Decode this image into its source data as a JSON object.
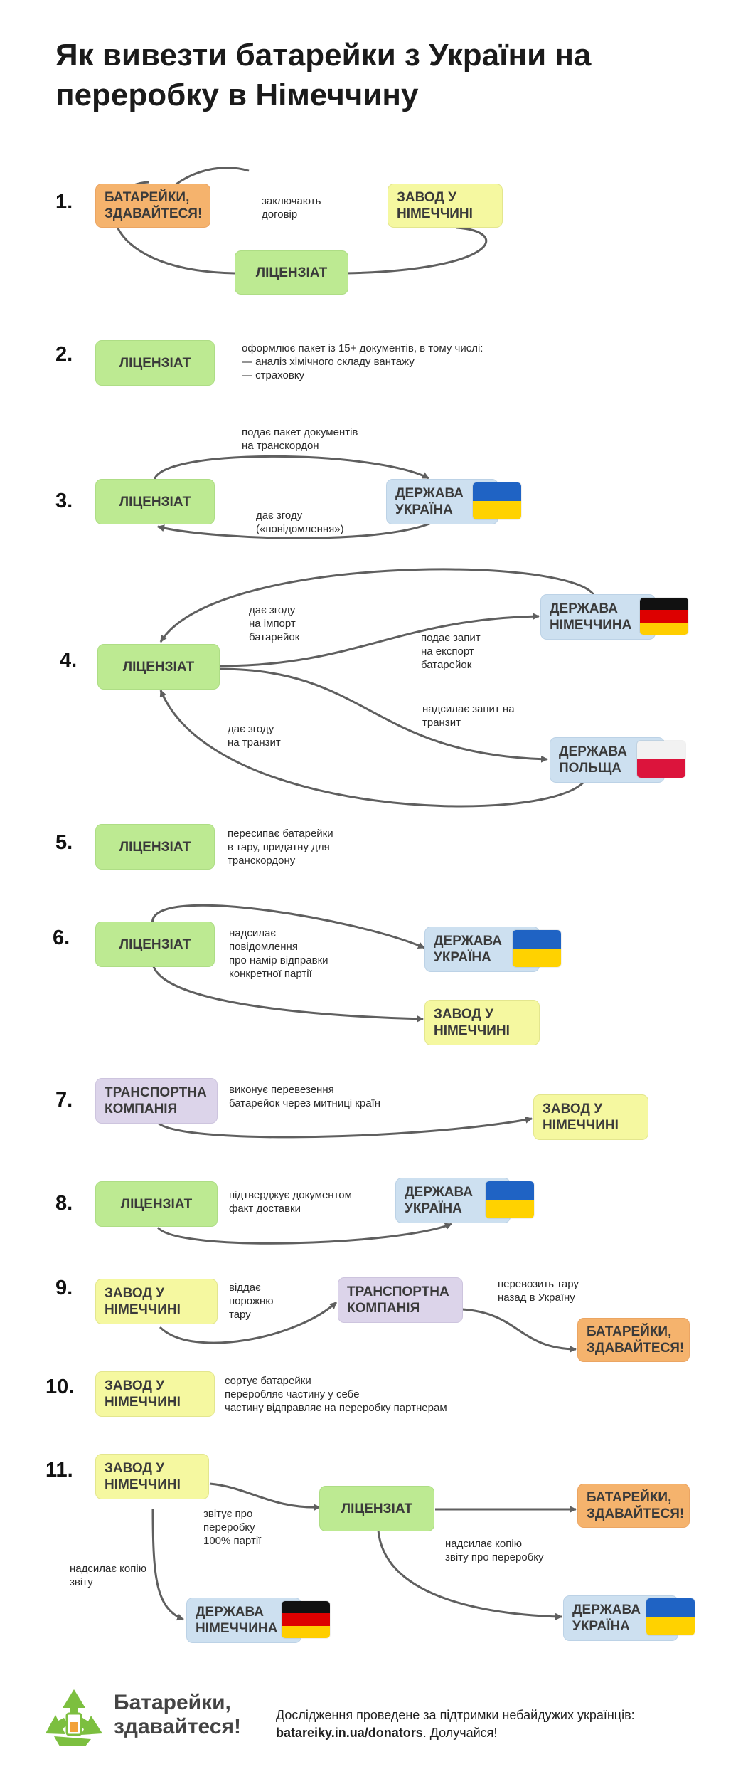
{
  "title": "Як вивезти батарейки з України на переробку в Німеччину",
  "colors": {
    "orange": "#f5b36d",
    "green": "#bdea92",
    "yellow": "#f5f8a0",
    "blue": "#cde0f0",
    "purple": "#dcd4ea",
    "arrow": "#5f5f5f"
  },
  "labels": {
    "batteries": "БАТАРЕЙКИ,\nЗДАВАЙТЕСЯ!",
    "plant": "ЗАВОД У\nНІМЕЧЧИНІ",
    "licensee": "ЛІЦЕНЗІАТ",
    "ukraine": "ДЕРЖАВА\nУКРАЇНА",
    "germany": "ДЕРЖАВА\nНІМЕЧЧИНА",
    "poland": "ДЕРЖАВА\nПОЛЬЩА",
    "transport": "ТРАНСПОРТНА\nКОМПАНІЯ"
  },
  "flags": {
    "ukraine": "ukraine-flag-icon",
    "germany": "germany-flag-icon",
    "poland": "poland-flag-icon"
  },
  "steps": [
    {
      "number": "1.",
      "notes": [
        "заключають\nдоговір"
      ]
    },
    {
      "number": "2.",
      "notes": [
        "оформлює пакет із 15+ документів, в тому числі:\n— аналіз хімічного складу вантажу\n— страховку"
      ]
    },
    {
      "number": "3.",
      "notes": [
        "подає пакет документів\nна транскордон",
        "дає згоду\n(«повідомлення»)"
      ]
    },
    {
      "number": "4.",
      "notes": [
        "дає згоду\nна імпорт\nбатарейок",
        "подає запит\nна експорт\nбатарейок",
        "надсилає запит на\nтранзит",
        "дає згоду\nна транзит"
      ]
    },
    {
      "number": "5.",
      "notes": [
        "пересипає батарейки\nв тару, придатну для\nтранскордону"
      ]
    },
    {
      "number": "6.",
      "notes": [
        "надсилає\nповідомлення\nпро намір відправки\nконкретної партії"
      ]
    },
    {
      "number": "7.",
      "notes": [
        "виконує перевезення\nбатарейок через митниці країн"
      ]
    },
    {
      "number": "8.",
      "notes": [
        "підтверджує документом\nфакт доставки"
      ]
    },
    {
      "number": "9.",
      "notes": [
        "віддає\nпорожню\nтару",
        "перевозить тару\nназад в Україну"
      ]
    },
    {
      "number": "10.",
      "notes": [
        "сортує батарейки\nпереробляє частину у себе\nчастину відправляє на переробку партнерам"
      ]
    },
    {
      "number": "11.",
      "notes": [
        "звітує про\nпереробку\n100% партії",
        "надсилає копію\nзвіту про переробку",
        "надсилає копію\nзвіту"
      ]
    }
  ],
  "footer": {
    "logo_text": "Батарейки,\nздавайтеся!",
    "logo_icon": "recycle-icon",
    "text_before": "Дослідження проведене за підтримки небайдужих українців: ",
    "link": "batareiky.in.ua/donators",
    "text_after": ". Долучайся!"
  }
}
